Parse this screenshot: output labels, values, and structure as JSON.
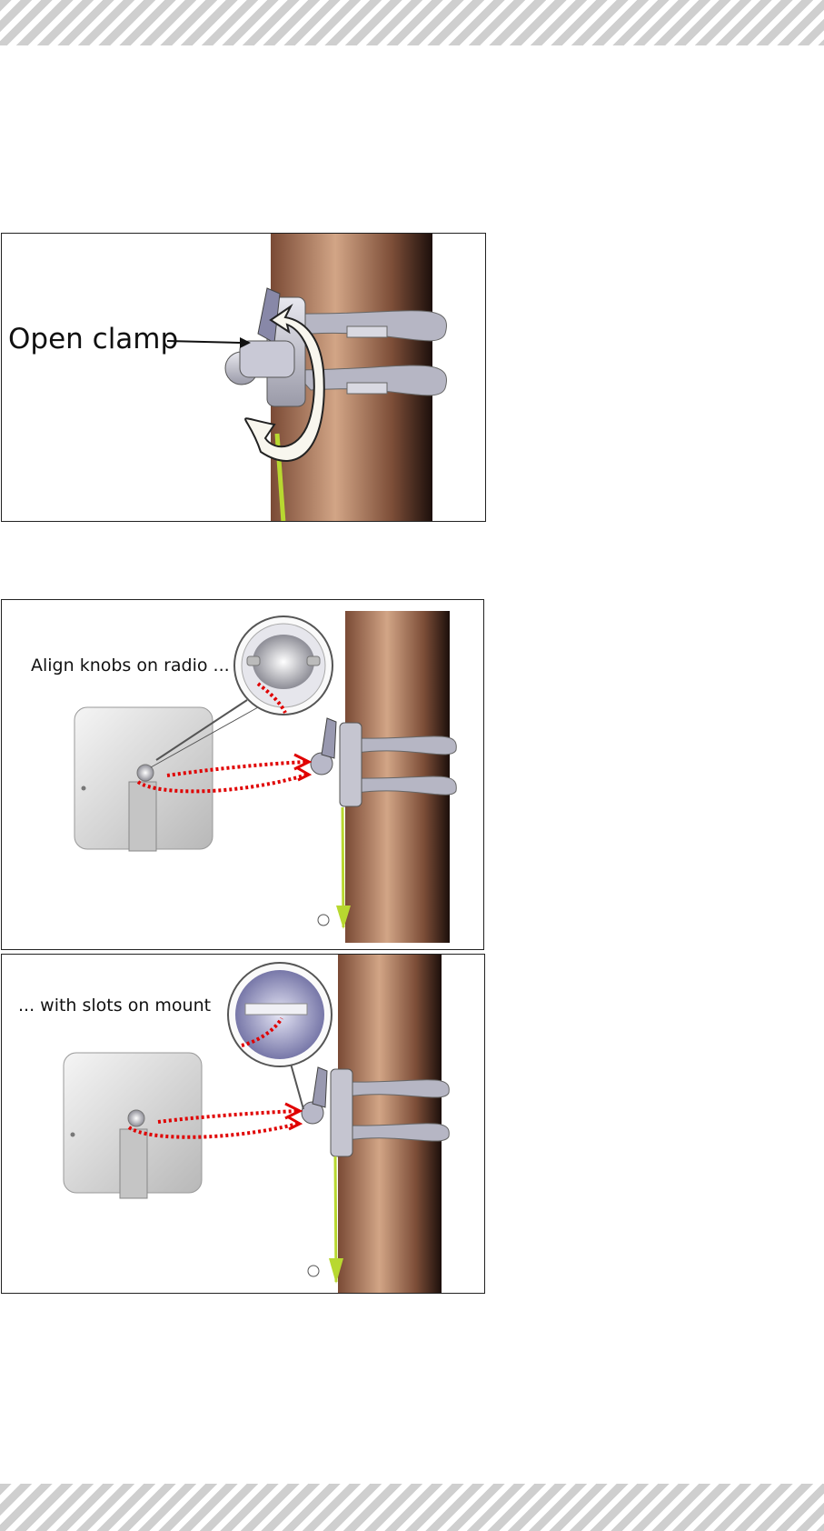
{
  "figures": [
    {
      "caption": "Open clamp"
    },
    {
      "caption": "Align knobs on radio ..."
    },
    {
      "caption": "... with slots on mount"
    }
  ]
}
